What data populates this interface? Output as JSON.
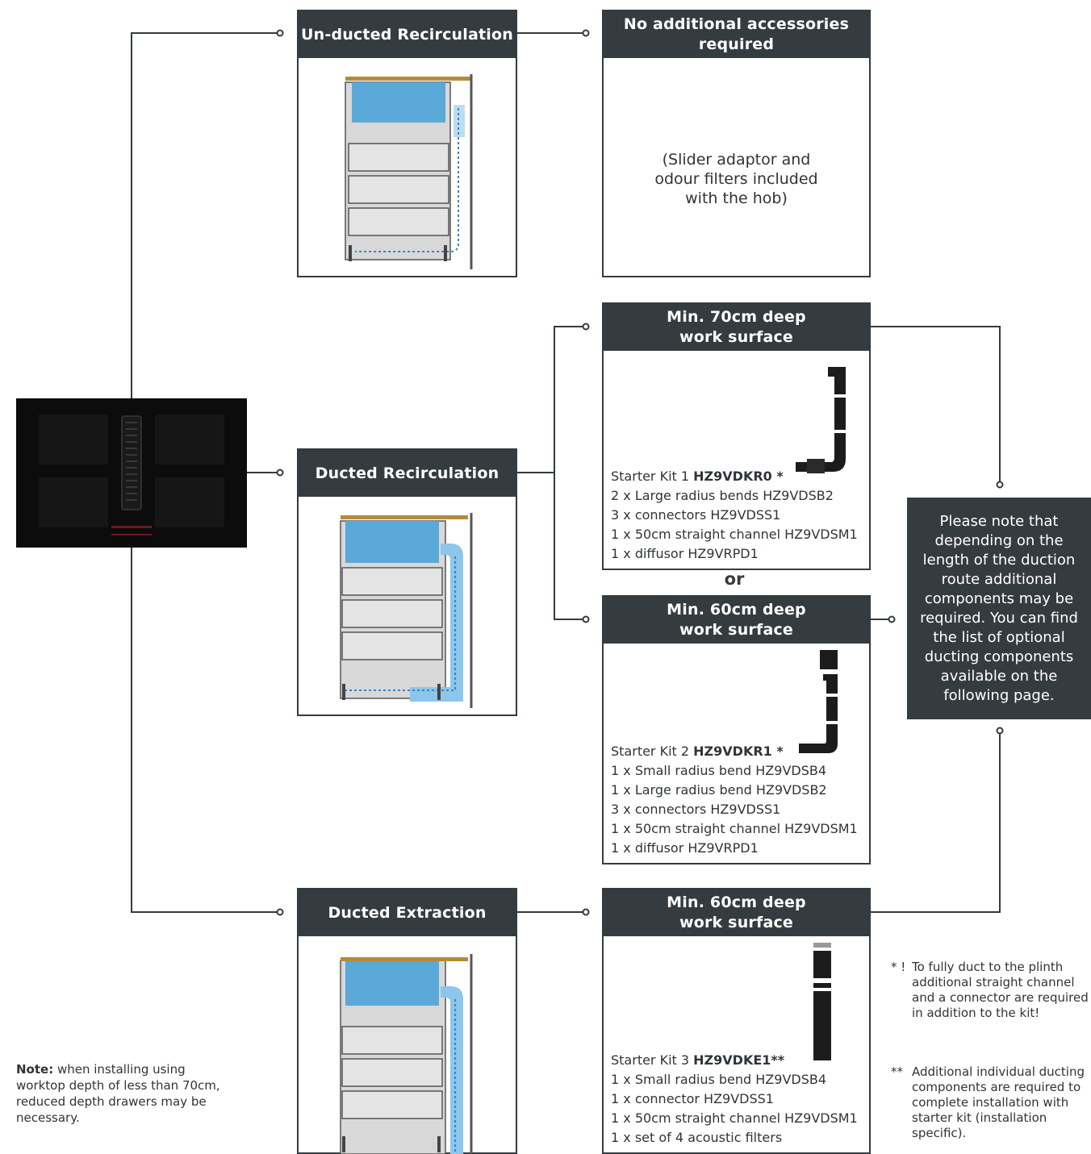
{
  "colors": {
    "header_bg": "#353c3f",
    "line": "#333b3e",
    "blue": "#5aa9d9",
    "cabinet": "#d8d8d8"
  },
  "options": {
    "unducted": {
      "label": "Un-ducted Recirculation"
    },
    "ducted_recirc": {
      "label": "Ducted Recirculation"
    },
    "ducted_extract": {
      "label": "Ducted Extraction"
    }
  },
  "no_accessories": {
    "title": "No additional accessories\nrequired",
    "body": "(Slider adaptor and\nodour filters included\nwith the hob)"
  },
  "kit1": {
    "title": "Min. 70cm deep\nwork surface",
    "name_prefix": "Starter Kit 1 ",
    "name_code": "HZ9VDKR0 *",
    "items": [
      "2 x Large radius bends HZ9VDSB2",
      "3 x connectors HZ9VDSS1",
      "1 x 50cm straight channel HZ9VDSM1",
      "1 x diffusor HZ9VRPD1"
    ]
  },
  "or_label": "or",
  "kit2": {
    "title": "Min. 60cm deep\nwork surface",
    "name_prefix": "Starter Kit 2 ",
    "name_code": "HZ9VDKR1 *",
    "items": [
      "1 x Small radius bend HZ9VDSB4",
      "1 x Large radius bend HZ9VDSB2",
      "3 x connectors HZ9VDSS1",
      "1 x 50cm straight channel HZ9VDSM1",
      "1 x diffusor HZ9VRPD1"
    ]
  },
  "kit3": {
    "title": "Min. 60cm deep\nwork surface",
    "name_prefix": "Starter Kit 3 ",
    "name_code": "HZ9VDKE1**",
    "items": [
      "1 x Small radius bend HZ9VDSB4",
      "1 x connector HZ9VDSS1",
      "1 x 50cm straight channel HZ9VDSM1",
      "1 x set of 4 acoustic filters"
    ]
  },
  "side_note": "Please note that depending on the length of the duction route additional components may be required. You can find the list of optional ducting components available on the following page.",
  "footnotes": [
    {
      "mark": "* !",
      "text": "To fully duct to the plinth additional straight channel and a connector are required in addition to the kit!"
    },
    {
      "mark": "**",
      "text": "Additional individual ducting components are required to complete installation with starter kit (installation specific)."
    }
  ],
  "bottom_note": {
    "bold": "Note:",
    "text": " when installing using worktop depth of less than 70cm, reduced depth drawers may be necessary."
  }
}
